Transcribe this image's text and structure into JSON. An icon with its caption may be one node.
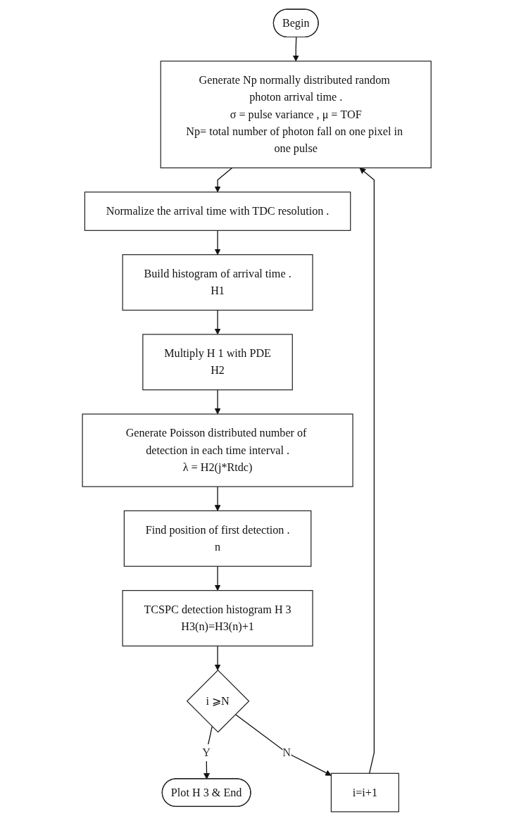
{
  "diagram": {
    "nodes": [
      {
        "text": [
          "Begin"
        ]
      },
      {
        "text": [
          "Generate Np normally distributed random photon arrival time .",
          "σ = pulse variance , μ = TOF",
          "Np= total number of photon fall on one pixel in one pulse"
        ]
      },
      {
        "text": [
          "Normalize the arrival time with TDC resolution ."
        ]
      },
      {
        "text": [
          "Build histogram of arrival time .",
          "H1"
        ]
      },
      {
        "text": [
          "Multiply H 1 with PDE",
          "H2"
        ]
      },
      {
        "text": [
          "Generate Poisson distributed number of detection in each time interval .",
          "λ = H2(j*Rtdc)"
        ]
      },
      {
        "text": [
          "Find position of first detection .",
          "n"
        ]
      },
      {
        "text": [
          "TCSPC detection histogram H 3",
          "H3(n)=H3(n)+1"
        ]
      },
      {
        "text": [
          "i ⩾N"
        ]
      },
      {
        "text": [
          "Plot H 3 & End"
        ]
      },
      {
        "text": [
          "i=i+1"
        ]
      }
    ],
    "edges": [
      {
        "from": 0,
        "to": 1,
        "arrow": "to"
      },
      {
        "from": 1,
        "to": 2,
        "arrow": "to"
      },
      {
        "from": 2,
        "to": 3,
        "arrow": "to"
      },
      {
        "from": 3,
        "to": 4,
        "arrow": "to"
      },
      {
        "from": 4,
        "to": 5,
        "arrow": "to"
      },
      {
        "from": 5,
        "to": 6,
        "arrow": "to"
      },
      {
        "from": 6,
        "to": 7,
        "arrow": "to"
      },
      {
        "from": 7,
        "to": 8,
        "arrow": "to"
      },
      {
        "from": 8,
        "to": 9,
        "arrow": "to",
        "label": "Y"
      },
      {
        "from": 8,
        "to": 10,
        "arrow": "to",
        "label": "N"
      },
      {
        "from": 10,
        "to": 1,
        "arrow": "to"
      }
    ]
  }
}
